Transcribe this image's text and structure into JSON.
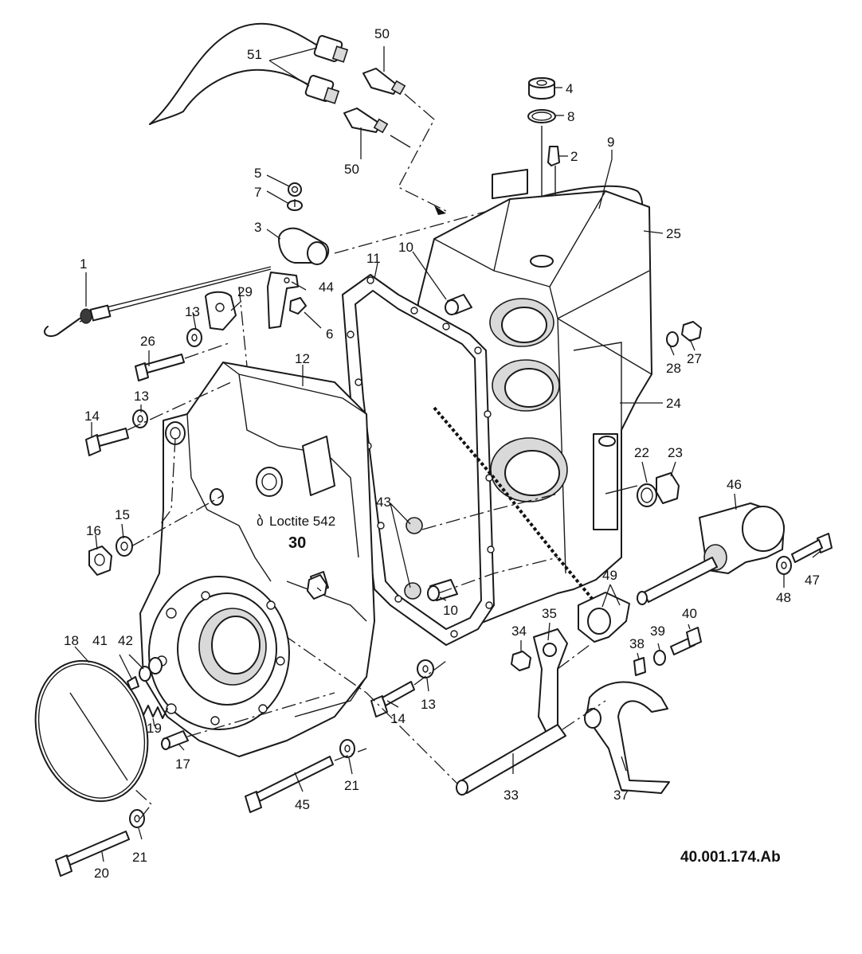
{
  "diagram_ref": "40.001.174.Ab",
  "note": {
    "symbol": "ბ",
    "text": "Loctite 542",
    "part": "30"
  },
  "callouts": [
    "1",
    "2",
    "3",
    "4",
    "5",
    "6",
    "7",
    "8",
    "9",
    "10",
    "10",
    "11",
    "12",
    "13",
    "13",
    "13",
    "14",
    "14",
    "15",
    "16",
    "17",
    "18",
    "19",
    "20",
    "21",
    "21",
    "22",
    "23",
    "24",
    "25",
    "26",
    "27",
    "28",
    "29",
    "33",
    "34",
    "35",
    "37",
    "38",
    "39",
    "40",
    "41",
    "42",
    "43",
    "44",
    "45",
    "46",
    "47",
    "48",
    "49",
    "50",
    "50",
    "51"
  ]
}
